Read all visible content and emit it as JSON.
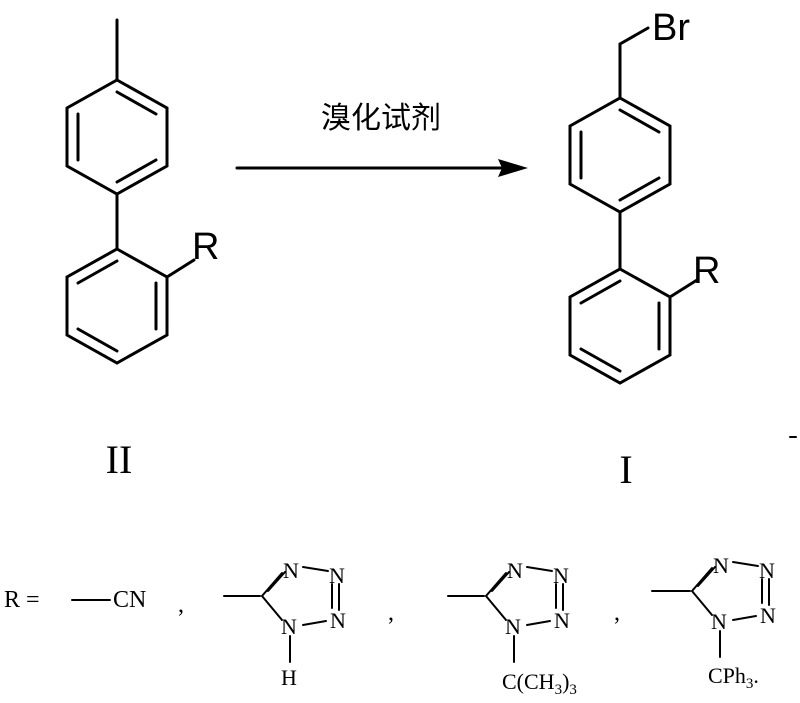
{
  "reaction": {
    "reagent_label": "溴化试剂",
    "reactant_label": "II",
    "product_label": "I"
  },
  "reactant": {
    "substituent_r": "R"
  },
  "product": {
    "bromine": "Br",
    "substituent_r": "R"
  },
  "r_definition": {
    "prefix": "R =",
    "option_nitrile": "CN",
    "separator": ",",
    "tetrazole_n": "N",
    "tetrazole_1h_h": "H",
    "tert_butyl_text": "C(CH",
    "tert_butyl_sub": "3",
    "tert_butyl_close": ")",
    "tert_butyl_count": "3",
    "trityl_text": "CPh",
    "trityl_sub": "3",
    "final_period": "."
  },
  "colors": {
    "ink": "#000000",
    "background": "#ffffff"
  }
}
